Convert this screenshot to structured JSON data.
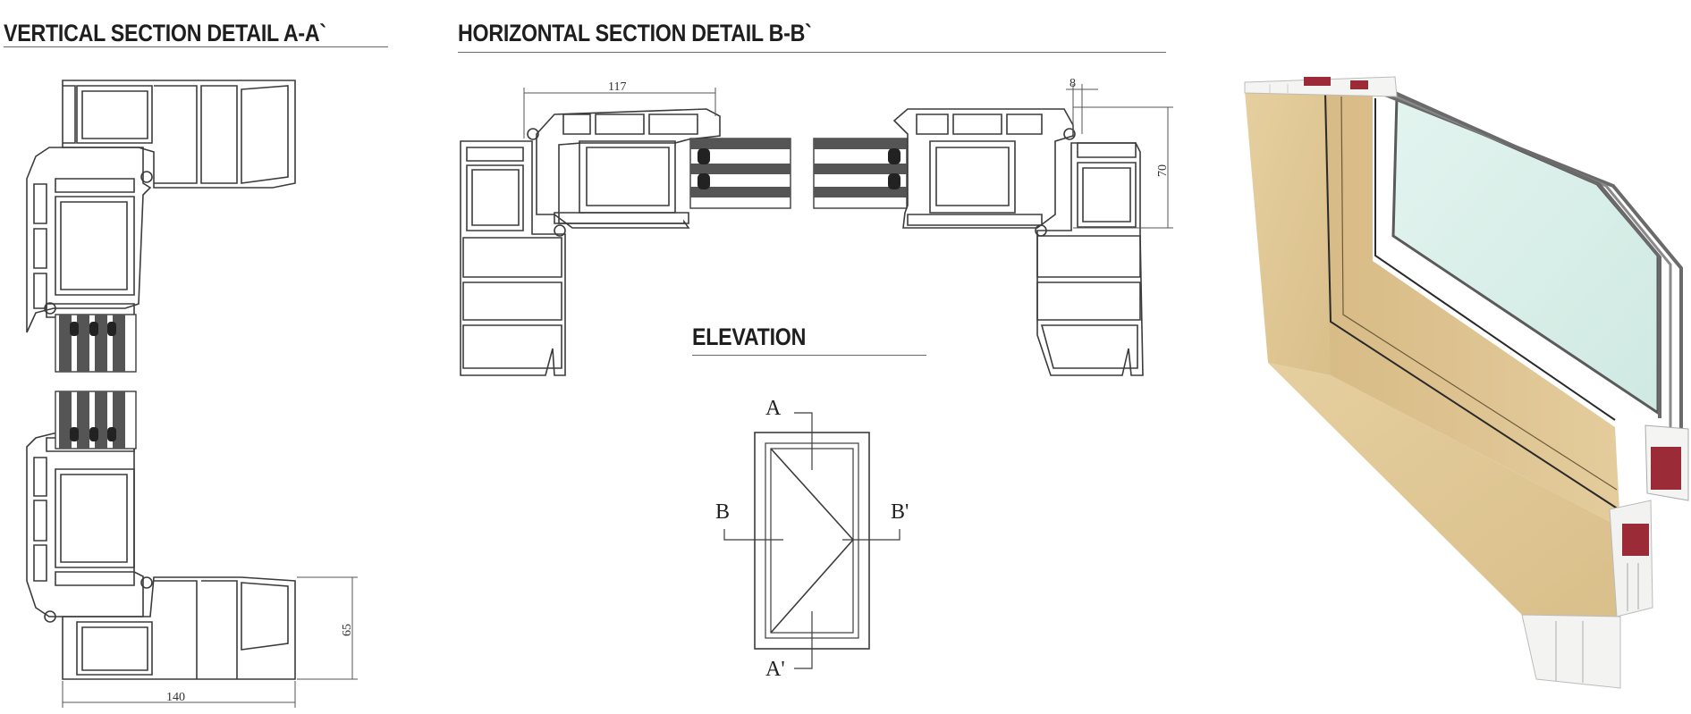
{
  "titles": {
    "vertical": "VERTICAL SECTION DETAIL  A-A`",
    "horizontal": "HORIZONTAL SECTION DETAIL  B-B`",
    "elevation": "ELEVATION"
  },
  "dimensions": {
    "vertical_width": "140",
    "vertical_height": "65",
    "horizontal_width": "117",
    "horizontal_gap": "8",
    "horizontal_height": "70"
  },
  "elevation_labels": {
    "a": "A",
    "a_prime": "A'",
    "b": "B",
    "b_prime": "B'"
  },
  "colors": {
    "line": "#3c3c3c",
    "glass": "#555555",
    "frame_wood": "#e2c99a",
    "frame_shade": "#cdb07c",
    "gasket_red": "#9b2b36",
    "glass_pane": "#d9efe9"
  }
}
